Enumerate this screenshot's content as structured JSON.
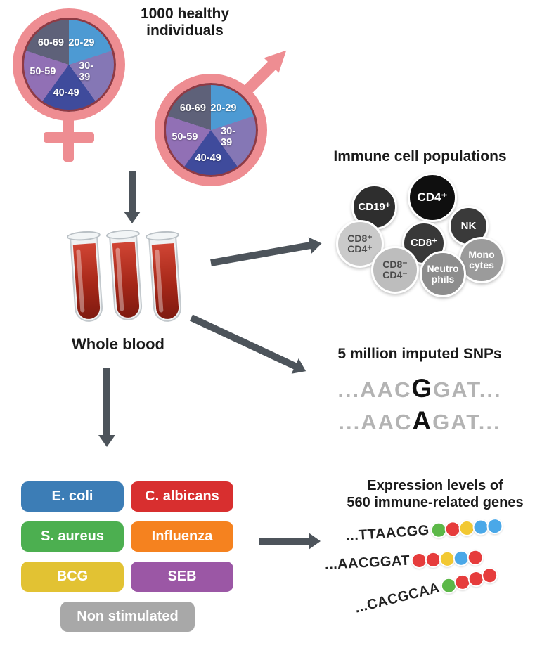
{
  "header": {
    "title": "1000 healthy\nindividuals"
  },
  "demographics": {
    "symbol_color": "#ee8d92",
    "age_groups": [
      {
        "label": "20-29",
        "color": "#4d9ad3"
      },
      {
        "label": "30-39",
        "color": "#8577b5"
      },
      {
        "label": "40-49",
        "color": "#3f4b9c"
      },
      {
        "label": "50-59",
        "color": "#9170b5"
      },
      {
        "label": "60-69",
        "color": "#5e6179"
      }
    ]
  },
  "blood": {
    "label": "Whole blood"
  },
  "immune": {
    "title": "Immune cell populations",
    "cells": [
      {
        "label": "CD19⁺",
        "bg": "#2e2e2e",
        "fg": "#ffffff"
      },
      {
        "label": "CD8⁺\nCD4⁺",
        "bg": "#cacaca",
        "fg": "#4a4a4a"
      },
      {
        "label": "CD4⁺",
        "bg": "#0f0f0f",
        "fg": "#ffffff"
      },
      {
        "label": "NK",
        "bg": "#3a3a3a",
        "fg": "#ffffff"
      },
      {
        "label": "CD8⁺",
        "bg": "#383838",
        "fg": "#ffffff"
      },
      {
        "label": "Mono\ncytes",
        "bg": "#9b9b9b",
        "fg": "#ffffff"
      },
      {
        "label": "CD8⁻\nCD4⁻",
        "bg": "#bdbdbd",
        "fg": "#4a4a4a"
      },
      {
        "label": "Neutro\nphils",
        "bg": "#8d8d8d",
        "fg": "#ffffff"
      }
    ]
  },
  "snps": {
    "title": "5 million imputed SNPs",
    "sequences": [
      {
        "pre": "...AAC",
        "variant": "G",
        "post": "GAT..."
      },
      {
        "pre": "...AAC",
        "variant": "A",
        "post": "GAT..."
      }
    ]
  },
  "stimuli": {
    "items": [
      {
        "label": "E. coli",
        "color": "#3c7db6"
      },
      {
        "label": "C. albicans",
        "color": "#d82f2f"
      },
      {
        "label": "S. aureus",
        "color": "#4caf50"
      },
      {
        "label": "Influenza",
        "color": "#f5821f"
      },
      {
        "label": "BCG",
        "color": "#e2c233"
      },
      {
        "label": "SEB",
        "color": "#9b57a5"
      },
      {
        "label": "Non stimulated",
        "color": "#a8a8a8"
      }
    ]
  },
  "expression": {
    "title": "Expression levels of\n560 immune-related genes",
    "rows": [
      {
        "sequence": "...TTAACGG",
        "dots": [
          "#5cb848",
          "#e63c3c",
          "#f2c832",
          "#4aa8e8",
          "#4aa8e8"
        ]
      },
      {
        "sequence": "...AACGGAT",
        "dots": [
          "#e63c3c",
          "#e63c3c",
          "#f2c832",
          "#4aa8e8",
          "#e63c3c"
        ]
      },
      {
        "sequence": "...CACGCAA",
        "dots": [
          "#5cb848",
          "#e63c3c",
          "#e63c3c",
          "#e63c3c"
        ]
      }
    ]
  }
}
